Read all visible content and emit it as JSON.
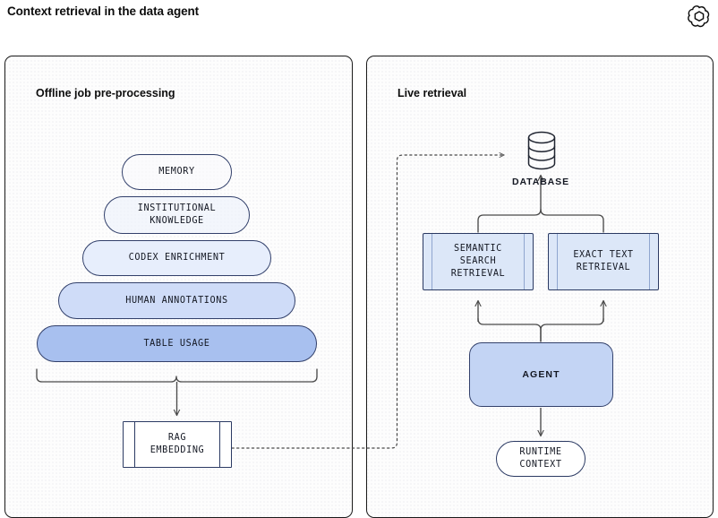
{
  "header": {
    "title": "Context retrieval in the data agent",
    "logo_icon": "openai-logo-icon"
  },
  "panels": [
    {
      "id": "offline",
      "title": "Offline job pre-processing"
    },
    {
      "id": "live",
      "title": "Live retrieval"
    }
  ],
  "offline": {
    "pyramid": [
      {
        "label": "MEMORY",
        "fill": "#fafafd"
      },
      {
        "label": "INSTITUTIONAL\nKNOWLEDGE",
        "fill": "#ecf1fc"
      },
      {
        "label": "CODEX ENRICHMENT",
        "fill": "#e7eefc"
      },
      {
        "label": "HUMAN ANNOTATIONS",
        "fill": "#cfdcf8"
      },
      {
        "label": "TABLE USAGE",
        "fill": "#a8c0ef"
      }
    ],
    "output": {
      "label": "RAG\nEMBEDDING",
      "shape": "subroutine-box"
    }
  },
  "live": {
    "database": {
      "label": "DATABASE",
      "icon": "database-cylinder-icon"
    },
    "retrievers": [
      {
        "label": "SEMANTIC\nSEARCH\nRETRIEVAL",
        "fill": "#dce7f8"
      },
      {
        "label": "EXACT TEXT\nRETRIEVAL",
        "fill": "#dce7f8"
      }
    ],
    "agent": {
      "label": "AGENT",
      "fill": "#c3d4f4"
    },
    "runtime": {
      "label": "RUNTIME\nCONTEXT",
      "fill": "#ffffff"
    }
  },
  "colors": {
    "stroke_dark": "#1a1a1a",
    "stroke_node": "#2b3a63",
    "wire": "#4a4a4a",
    "panel_bg": "#fdfdfd",
    "accent_deep": "#a8c0ef"
  }
}
